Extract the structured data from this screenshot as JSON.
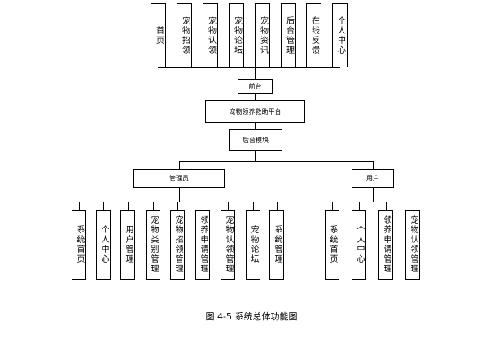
{
  "top_nav": [
    "首页",
    "宠物招领",
    "宠物认领",
    "宠物论坛",
    "宠物资讯",
    "后台管理",
    "在线反馈",
    "个人中心"
  ],
  "front_label": "前台",
  "platform_label": "宠物领养救助平台",
  "backend_label": "后台模块",
  "admin": {
    "label": "管理员",
    "items": [
      "系统首页",
      "个人中心",
      "用户管理",
      "宠物类别管理",
      "宠物招领管理",
      "领养申请管理",
      "宠物认领管理",
      "宠物论坛",
      "系统管理"
    ]
  },
  "user": {
    "label": "用户",
    "items": [
      "系统首页",
      "个人中心",
      "领养申请管理",
      "宠物认领管理"
    ]
  },
  "caption": "图 4-5  系统总体功能图"
}
